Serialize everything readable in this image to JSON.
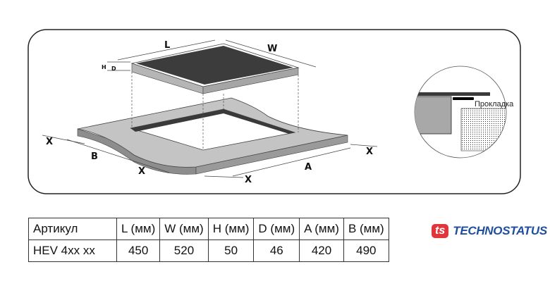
{
  "diagram": {
    "labels": {
      "L": "L",
      "W": "W",
      "H": "H",
      "D": "D",
      "A": "A",
      "B": "B",
      "X": "X"
    },
    "detail_label": "Прокладка"
  },
  "table": {
    "headers": [
      "Артикул",
      "L (мм)",
      "W (мм)",
      "H (мм)",
      "D (мм)",
      "A (мм)",
      "B (мм)"
    ],
    "rows": [
      [
        "HEV 4xx xx",
        "450",
        "520",
        "50",
        "46",
        "420",
        "490"
      ]
    ]
  },
  "logo": {
    "mark": "ts",
    "name": "TECHNOSTATUS",
    "colors": {
      "mark": "#e0353b",
      "text": "#1f4f9c"
    }
  }
}
